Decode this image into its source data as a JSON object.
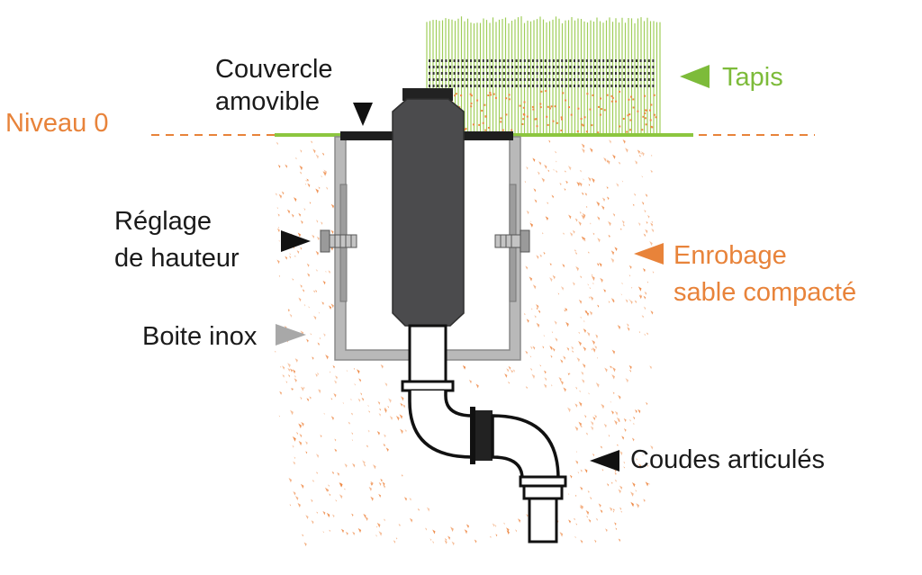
{
  "labels": {
    "couvercle_line1": "Couvercle",
    "couvercle_line2": "amovible",
    "niveau": "Niveau 0",
    "tapis": "Tapis",
    "reglage_line1": "Réglage",
    "reglage_line2": "de hauteur",
    "boite": "Boite inox",
    "enrobage_line1": "Enrobage",
    "enrobage_line2": "sable compacté",
    "coudes": "Coudes articulés"
  },
  "colors": {
    "text": "#1a1a1a",
    "orange": "#e8833a",
    "green": "#7dbb3a",
    "grass": "#9fce5a",
    "body_dark": "#4b4b4d",
    "steel": "#b9b9b9",
    "sand_dot": "#ee8844"
  }
}
